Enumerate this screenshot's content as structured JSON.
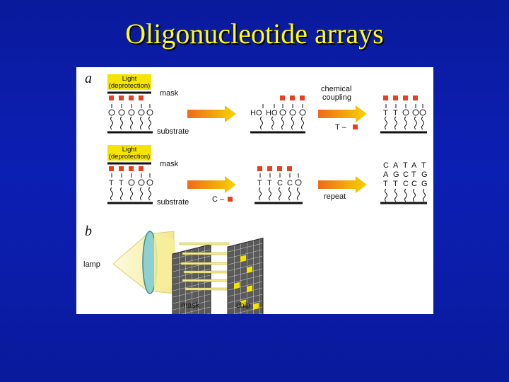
{
  "slide": {
    "title": "Oligonucleotide arrays"
  },
  "figure": {
    "panel_a": "a",
    "panel_b": "b",
    "light_line1": "Light",
    "light_line2": "(deprotection)",
    "mask": "mask",
    "substrate": "substrate",
    "chemical_coupling_line1": "chemical",
    "chemical_coupling_line2": "coupling",
    "reagent_t": "T –",
    "reagent_c": "C –",
    "repeat": "repeat",
    "lamp": "lamp",
    "mask_b": "mask",
    "chip": "chip"
  },
  "colors": {
    "background": "#0c1fb4",
    "title": "#ffff00",
    "light_box": "#f5e400",
    "mask_red": "#e8401c",
    "arrow_yellow": "#f5c800",
    "arrow_orange": "#ee6a1a"
  }
}
